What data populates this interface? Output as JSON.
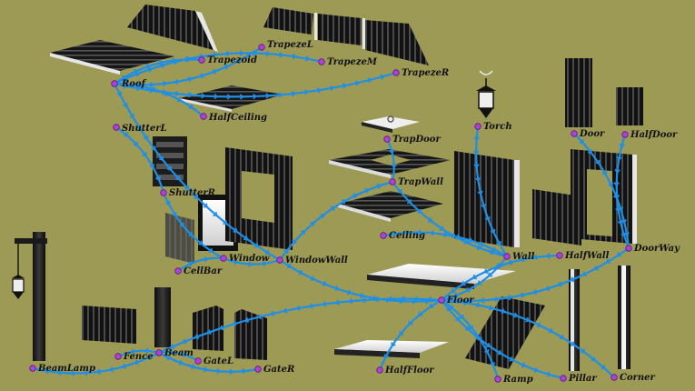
{
  "colors": {
    "background": "#9c9a55",
    "link": "#1f8fe6",
    "node_dot": "#b040d8",
    "panel_dark": "#1a1a1a",
    "panel_light": "#f2f2f2",
    "label": "#111111"
  },
  "nodes": [
    {
      "id": "roof",
      "label": "Roof"
    },
    {
      "id": "trapezoid",
      "label": "Trapezoid"
    },
    {
      "id": "trapezeL",
      "label": "TrapezeL"
    },
    {
      "id": "trapezeM",
      "label": "TrapezeM"
    },
    {
      "id": "trapezeR",
      "label": "TrapezeR"
    },
    {
      "id": "halfCeiling",
      "label": "HalfCeiling"
    },
    {
      "id": "shutterL",
      "label": "ShutterL"
    },
    {
      "id": "shutterR",
      "label": "ShutterR"
    },
    {
      "id": "cellBar",
      "label": "CellBar"
    },
    {
      "id": "window",
      "label": "Window"
    },
    {
      "id": "windowWall",
      "label": "WindowWall"
    },
    {
      "id": "trapDoor",
      "label": "TrapDoor"
    },
    {
      "id": "trapWall",
      "label": "TrapWall"
    },
    {
      "id": "ceiling",
      "label": "Ceiling"
    },
    {
      "id": "torch",
      "label": "Torch"
    },
    {
      "id": "door",
      "label": "Door"
    },
    {
      "id": "halfDoor",
      "label": "HalfDoor"
    },
    {
      "id": "wall",
      "label": "Wall"
    },
    {
      "id": "halfWall",
      "label": "HalfWall"
    },
    {
      "id": "doorWay",
      "label": "DoorWay"
    },
    {
      "id": "floor",
      "label": "Floor"
    },
    {
      "id": "beamLamp",
      "label": "BeamLamp"
    },
    {
      "id": "fence",
      "label": "Fence"
    },
    {
      "id": "beam",
      "label": "Beam"
    },
    {
      "id": "gateL",
      "label": "GateL"
    },
    {
      "id": "gateR",
      "label": "GateR"
    },
    {
      "id": "halfFloor",
      "label": "HalfFloor"
    },
    {
      "id": "ramp",
      "label": "Ramp"
    },
    {
      "id": "pillar",
      "label": "Pillar"
    },
    {
      "id": "corner",
      "label": "Corner"
    }
  ],
  "edges": [
    [
      "roof",
      "trapezoid"
    ],
    [
      "roof",
      "trapezeL"
    ],
    [
      "roof",
      "trapezeM"
    ],
    [
      "roof",
      "trapezeR"
    ],
    [
      "roof",
      "halfCeiling"
    ],
    [
      "roof",
      "windowWall"
    ],
    [
      "shutterL",
      "shutterR"
    ],
    [
      "shutterR",
      "window"
    ],
    [
      "cellBar",
      "window"
    ],
    [
      "window",
      "windowWall"
    ],
    [
      "windowWall",
      "trapWall"
    ],
    [
      "windowWall",
      "floor"
    ],
    [
      "trapDoor",
      "trapWall"
    ],
    [
      "trapWall",
      "wall"
    ],
    [
      "ceiling",
      "wall"
    ],
    [
      "torch",
      "wall"
    ],
    [
      "door",
      "doorWay"
    ],
    [
      "halfDoor",
      "doorWay"
    ],
    [
      "wall",
      "floor"
    ],
    [
      "halfWall",
      "floor"
    ],
    [
      "doorWay",
      "floor"
    ],
    [
      "floor",
      "halfFloor"
    ],
    [
      "floor",
      "ramp"
    ],
    [
      "floor",
      "pillar"
    ],
    [
      "floor",
      "corner"
    ],
    [
      "floor",
      "beam"
    ],
    [
      "beam",
      "beamLamp"
    ],
    [
      "beam",
      "fence"
    ],
    [
      "beam",
      "gateL"
    ],
    [
      "beam",
      "gateR"
    ]
  ]
}
